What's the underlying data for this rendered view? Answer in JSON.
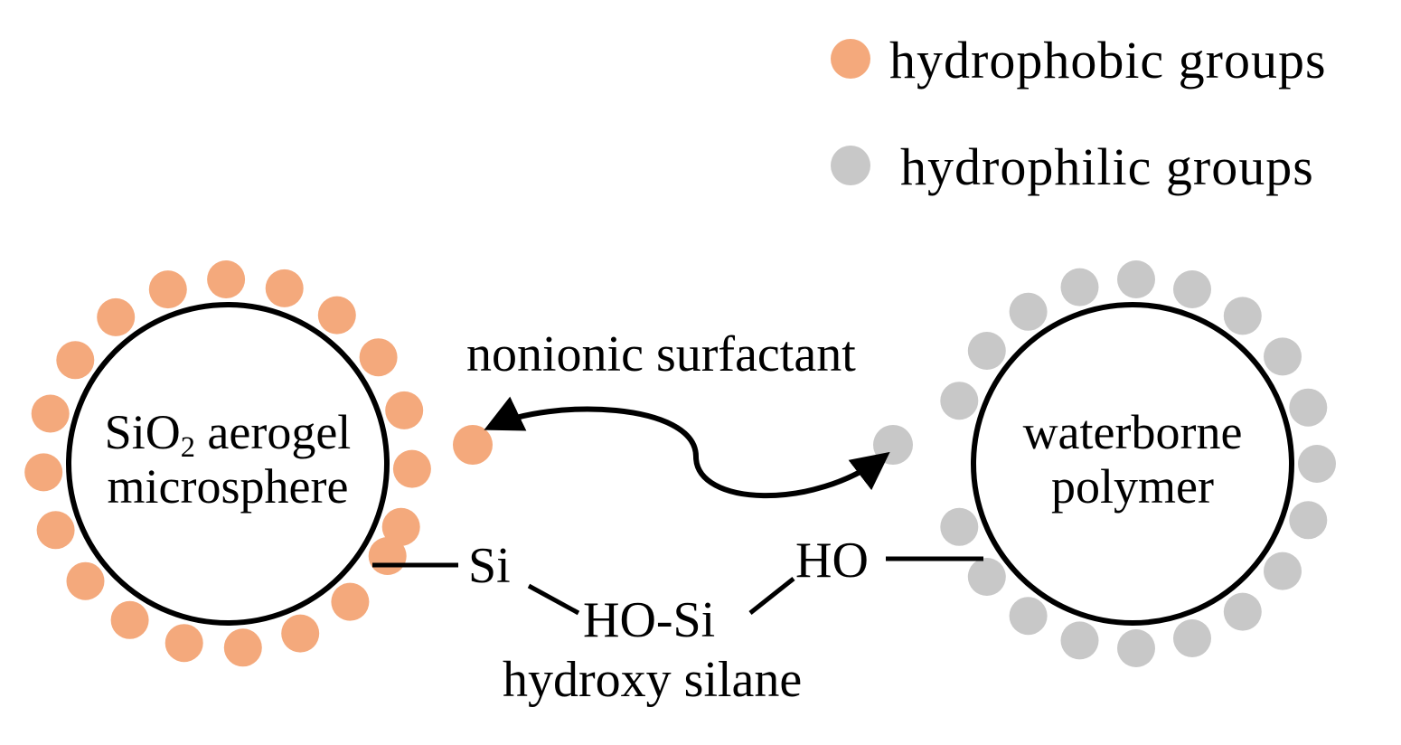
{
  "legend": {
    "hydrophobic": {
      "label": "hydrophobic  groups",
      "color": "#f4a97c"
    },
    "hydrophilic": {
      "label": "hydrophilic  groups",
      "color": "#c8c8c8"
    }
  },
  "particles": {
    "aerogel": {
      "line1_prefix": "SiO",
      "line1_sub": "2",
      "line1_suffix": " aerogel",
      "line2": "microsphere"
    },
    "polymer": {
      "line1": "waterborne",
      "line2": "polymer"
    }
  },
  "labels": {
    "surfactant": "nonionic  surfactant",
    "si": "Si",
    "ho_si": "HO-Si",
    "ho": "HO",
    "silane": "hydroxy  silane"
  },
  "colors": {
    "outline": "#000000"
  }
}
